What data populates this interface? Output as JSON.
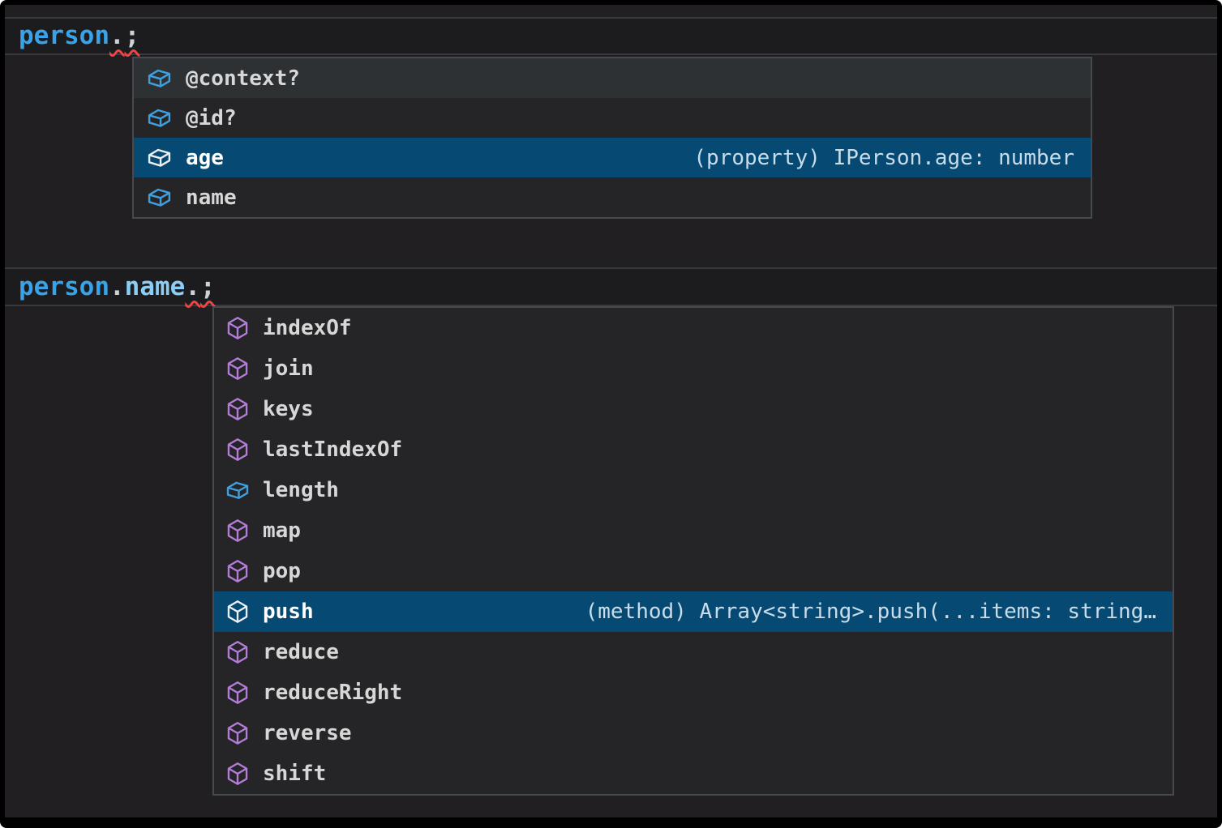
{
  "editor": {
    "line1": {
      "variable": "person",
      "dot": ".",
      "semicolon": ";"
    },
    "line2": {
      "variable": "person",
      "dot1": ".",
      "property": "name",
      "dot2": ".",
      "semicolon": ";"
    }
  },
  "suggest_person": {
    "items": [
      {
        "label": "@context?",
        "kind": "field"
      },
      {
        "label": "@id?",
        "kind": "field"
      },
      {
        "label": "age",
        "kind": "field",
        "selected": true,
        "detail": "(property) IPerson.age: number"
      },
      {
        "label": "name",
        "kind": "field"
      }
    ]
  },
  "suggest_name": {
    "items": [
      {
        "label": "indexOf",
        "kind": "method"
      },
      {
        "label": "join",
        "kind": "method"
      },
      {
        "label": "keys",
        "kind": "method"
      },
      {
        "label": "lastIndexOf",
        "kind": "method"
      },
      {
        "label": "length",
        "kind": "field"
      },
      {
        "label": "map",
        "kind": "method"
      },
      {
        "label": "pop",
        "kind": "method"
      },
      {
        "label": "push",
        "kind": "method",
        "selected": true,
        "detail": "(method) Array<string>.push(...items: string…"
      },
      {
        "label": "reduce",
        "kind": "method"
      },
      {
        "label": "reduceRight",
        "kind": "method"
      },
      {
        "label": "reverse",
        "kind": "method"
      },
      {
        "label": "shift",
        "kind": "method"
      }
    ]
  },
  "colors": {
    "selection_background": "#064a73",
    "field_icon": "#3fa0e0",
    "method_icon": "#b37cd9",
    "variable_text": "#38a3e8",
    "property_text": "#8ccdf5",
    "error_squiggle": "#f04343",
    "widget_background": "#252527",
    "editor_background": "#211f22"
  }
}
